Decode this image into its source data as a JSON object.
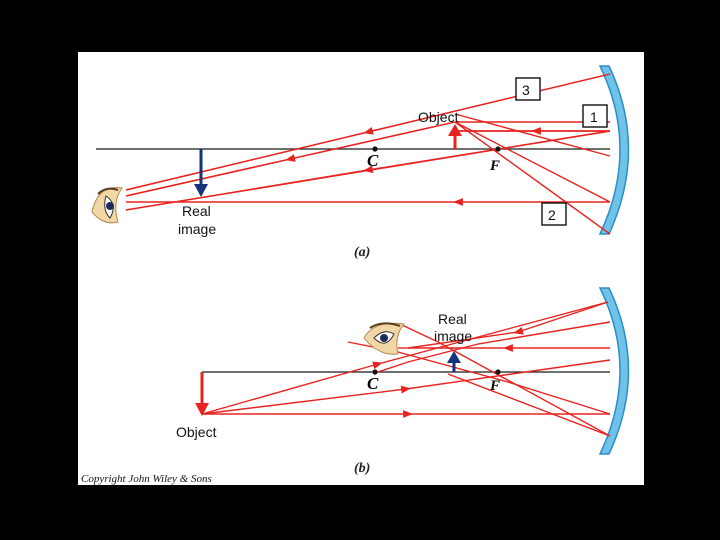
{
  "colors": {
    "ray": "#e8231f",
    "axis": "#1a1a1a",
    "mirror": "#6fc3e8",
    "mirror_edge": "#2a8fc4",
    "image_arrow": "#14337a",
    "background": "#000000"
  },
  "part_a": {
    "object_label": "Object",
    "image_label_line1": "Real",
    "image_label_line2": "image",
    "center_label": "C",
    "focus_label": "F",
    "ray_numbers": [
      "1",
      "2",
      "3"
    ],
    "caption": "(a)"
  },
  "part_b": {
    "object_label": "Object",
    "image_label_line1": "Real",
    "image_label_line2": "image",
    "center_label": "C",
    "focus_label": "F",
    "caption": "(b)"
  },
  "copyright": "Copyright John Wiley & Sons",
  "icons": [
    "eye-icon",
    "concave-mirror-icon"
  ]
}
